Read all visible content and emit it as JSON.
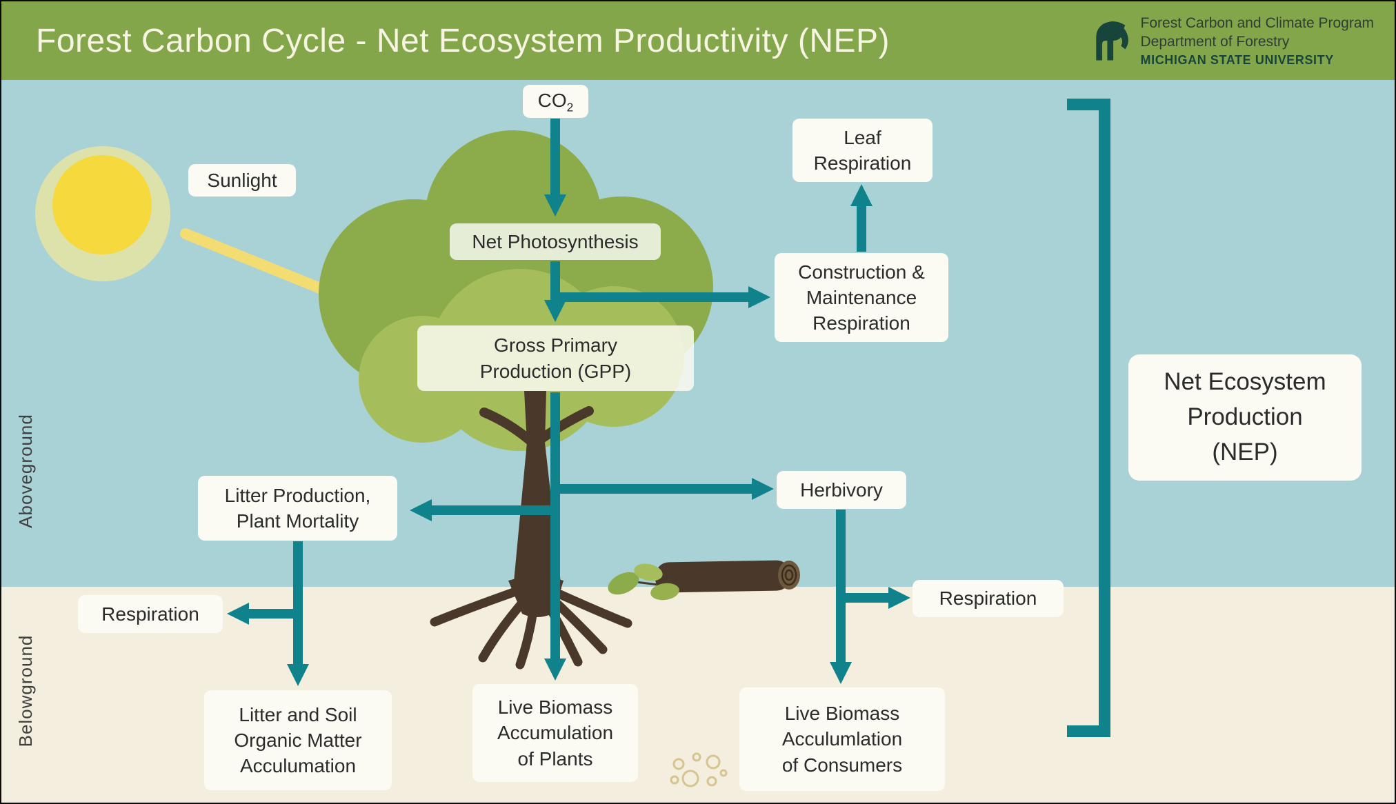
{
  "header": {
    "title": "Forest Carbon Cycle - Net Ecosystem Productivity (NEP)",
    "program_line1": "Forest Carbon and Climate Program",
    "program_line2": "Department of Forestry",
    "university": "MICHIGAN STATE UNIVERSITY"
  },
  "side_labels": {
    "aboveground": "Aboveground",
    "belowground": "Belowground"
  },
  "nodes": {
    "co2_base": "CO",
    "co2_sub": "2",
    "sunlight": "Sunlight",
    "net_photosynthesis": "Net Photosynthesis",
    "gpp_lines": [
      "Gross Primary",
      "Production (GPP)"
    ],
    "leaf_respiration_lines": [
      "Leaf",
      "Respiration"
    ],
    "construction_lines": [
      "Construction &",
      "Maintenance",
      "Respiration"
    ],
    "herbivory": "Herbivory",
    "litter_production_lines": [
      "Litter Production,",
      "Plant Mortality"
    ],
    "respiration_left": "Respiration",
    "litter_soil_lines": [
      "Litter and Soil",
      "Organic Matter",
      "Acculumation"
    ],
    "live_biomass_plants_lines": [
      "Live Biomass",
      "Accumulation",
      "of Plants"
    ],
    "live_biomass_consumers_lines": [
      "Live Biomass",
      "Acculumlation",
      "of Consumers"
    ],
    "respiration_right": "Respiration",
    "nep_lines": [
      "Net Ecosystem",
      "Production",
      "(NEP)"
    ]
  },
  "colors": {
    "header_green": "#83a64b",
    "title_cream": "#f7f4e2",
    "msu_green": "#18453b",
    "sky_teal": "#a9d2d6",
    "ground_cream": "#f3eede",
    "arrow_teal": "#0f828c",
    "sun_yellow": "#f6d93d",
    "sun_halo": "#dde2ab",
    "sunbeam_yellow": "#f3dc72",
    "canopy_green": "#8cab4a",
    "canopy_light_green": "#a5bd5a",
    "trunk_brown": "#4a392b",
    "box_white": "#fbfbf3",
    "text_dark": "#2b2b2b"
  }
}
